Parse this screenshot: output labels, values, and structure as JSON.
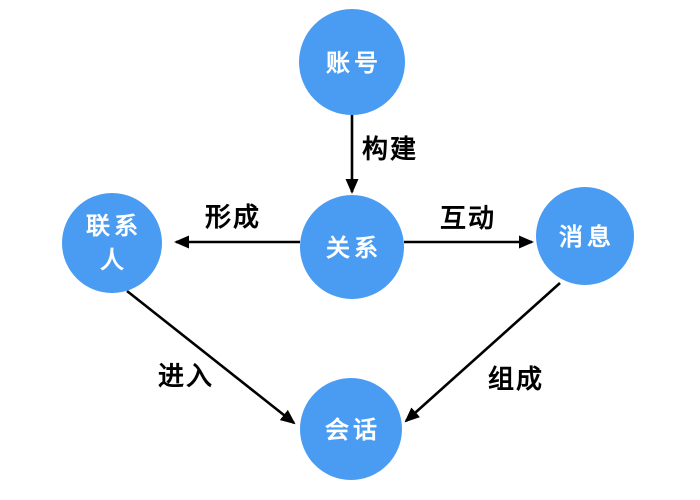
{
  "diagram": {
    "background_color": "#ffffff",
    "node_fill_color": "#499CF2",
    "node_text_color": "#ffffff",
    "edge_color": "#000000",
    "edge_label_color": "#000000",
    "nodes": [
      {
        "id": "account",
        "label": "账号"
      },
      {
        "id": "relationship",
        "label": "关系"
      },
      {
        "id": "contact",
        "label": "联系人",
        "line1": "联系",
        "line2": "人"
      },
      {
        "id": "message",
        "label": "消息"
      },
      {
        "id": "conversation",
        "label": "会话"
      }
    ],
    "edges": [
      {
        "from": "账号",
        "to": "关系",
        "label": "构建"
      },
      {
        "from": "关系",
        "to": "联系人",
        "label": "形成"
      },
      {
        "from": "关系",
        "to": "消息",
        "label": "互动"
      },
      {
        "from": "联系人",
        "to": "会话",
        "label": "进入"
      },
      {
        "from": "消息",
        "to": "会话",
        "label": "组成"
      }
    ]
  }
}
